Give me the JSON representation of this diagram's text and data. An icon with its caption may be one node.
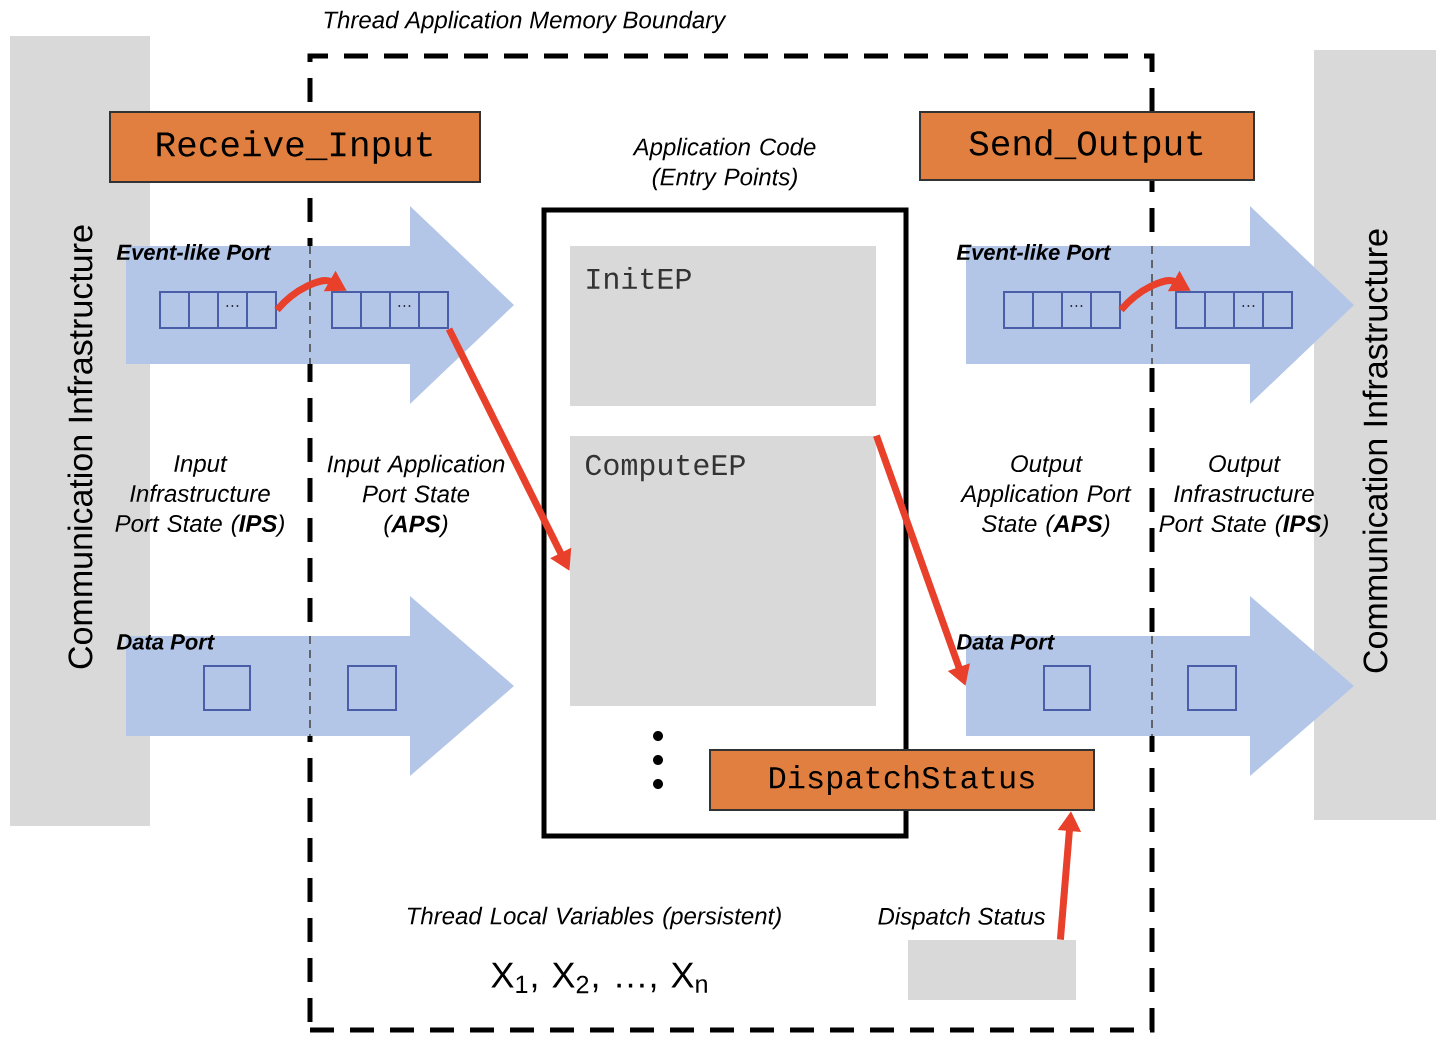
{
  "diagram": {
    "nodes": [
      {
        "text": [
          "Communication Infrastructure"
        ]
      },
      {
        "text": [
          "Communication Infrastructure"
        ]
      },
      {
        "text": [
          "Thread Application Memory Boundary"
        ]
      },
      {
        "text": [
          "Receive_Input"
        ]
      },
      {
        "text": [
          "Send_Output"
        ]
      },
      {
        "text": [
          "Application Code (Entry Points)"
        ],
        "in": 2
      },
      {
        "text": [
          "InitEP"
        ],
        "in": 5
      },
      {
        "text": [
          "ComputeEP"
        ],
        "in": 5
      },
      {
        "text": [
          "DispatchStatus"
        ],
        "in": 2
      },
      {
        "text": [
          "Dispatch Status"
        ],
        "in": 2
      },
      {
        "text": [
          "Event-like Port"
        ]
      },
      {
        "text": [
          "Data Port"
        ]
      },
      {
        "text": [
          "Event-like Port"
        ]
      },
      {
        "text": [
          "Data Port"
        ]
      },
      {
        "text": [
          "…"
        ],
        "in": 10
      },
      {
        "text": [
          "…"
        ]
      },
      {
        "text": [],
        "shape": "box",
        "in": 11
      },
      {
        "text": [],
        "shape": "box"
      },
      {
        "text": [
          "…"
        ]
      },
      {
        "text": [
          "…"
        ],
        "in": 12
      },
      {
        "text": [],
        "shape": "box"
      },
      {
        "text": [],
        "shape": "box",
        "in": 13
      }
    ],
    "edges": [
      {
        "from": 14,
        "to": 15,
        "arrow": "to"
      },
      {
        "from": 15,
        "to": 7,
        "arrow": "to"
      },
      {
        "from": 7,
        "to": 13,
        "arrow": "to"
      },
      {
        "from": 9,
        "to": 8,
        "arrow": "to"
      },
      {
        "from": 18,
        "to": 19,
        "arrow": "to"
      }
    ],
    "labels": [
      "Input Infrastructure Port State (**IPS**)",
      "Input Application Port State (**APS**)",
      "Output Application Port State (**APS**)",
      "Output Infrastructure Port State (**IPS**)",
      "Thread Local Variables (persistent)",
      "X$_{1}$, X$_{2}$, …, X$_{n}$"
    ]
  }
}
